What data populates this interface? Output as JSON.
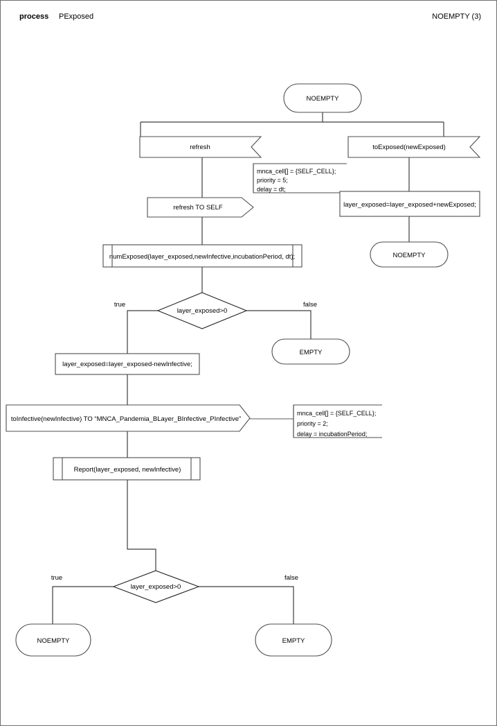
{
  "page": {
    "header": {
      "keyword": "process",
      "process_name": "PExposed",
      "state_ref": "NOEMPTY (3)"
    },
    "border_color": "#6e6e6e",
    "shape_stroke": "#4d4d4d",
    "connector_color": "#3d3d3d"
  },
  "diagram": {
    "type": "sdl-process-flowchart",
    "nodes": {
      "state_start": {
        "kind": "state",
        "label": "NOEMPTY"
      },
      "input_refresh": {
        "kind": "input-signal",
        "label": "refresh"
      },
      "input_toexposed": {
        "kind": "input-signal",
        "label": "toExposed(newExposed)"
      },
      "output_refresh_self": {
        "kind": "output-signal",
        "label": "refresh TO SELF"
      },
      "note_refresh": {
        "kind": "comment",
        "lines": [
          "mnca_cell[] = {SELF_CELL};",
          "priority = 5;",
          "delay = dt;"
        ]
      },
      "task_add_exposed": {
        "kind": "task",
        "label": "layer_exposed=layer_exposed+newExposed;"
      },
      "state_noempty_right": {
        "kind": "state",
        "label": "NOEMPTY"
      },
      "call_numexposed": {
        "kind": "procedure-call",
        "label": "numExposed(layer_exposed,newInfective,incubationPeriod, dt);"
      },
      "decision_1": {
        "kind": "decision",
        "label": "layer_exposed>0",
        "branch_true": "true",
        "branch_false": "false"
      },
      "state_empty_mid": {
        "kind": "state",
        "label": "EMPTY"
      },
      "task_sub_infective": {
        "kind": "task",
        "label": "layer_exposed=layer_exposed-newInfective;"
      },
      "output_toinfective": {
        "kind": "output-signal",
        "label": "toInfective(newInfective) TO “MNCA_Pandemia_BLayer_BInfective_PInfective”"
      },
      "note_toinfective": {
        "kind": "comment",
        "lines": [
          "mnca_cell[] = {SELF_CELL};",
          "priority = 2;",
          "delay = incubationPeriod;"
        ]
      },
      "call_report": {
        "kind": "procedure-call",
        "label": "Report(layer_exposed, newInfective)"
      },
      "decision_2": {
        "kind": "decision",
        "label": "layer_exposed>0",
        "branch_true": "true",
        "branch_false": "false"
      },
      "state_noempty_end": {
        "kind": "state",
        "label": "NOEMPTY"
      },
      "state_empty_end": {
        "kind": "state",
        "label": "EMPTY"
      }
    }
  }
}
